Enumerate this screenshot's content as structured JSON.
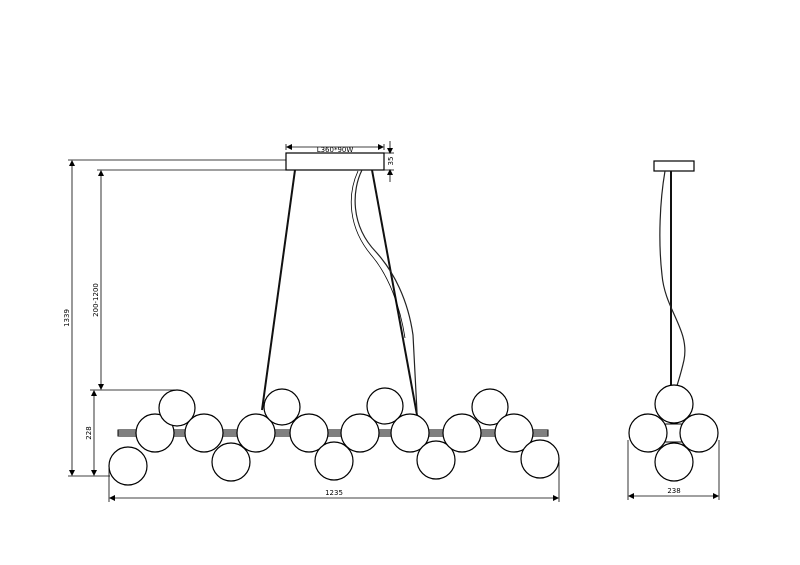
{
  "dimensions": {
    "canopy": "L360*90W",
    "canopy_height": "35",
    "overall_height": "1339",
    "adjustable_drop": "200-1200",
    "fixture_height": "228",
    "overall_length": "1235",
    "side_width": "238"
  }
}
